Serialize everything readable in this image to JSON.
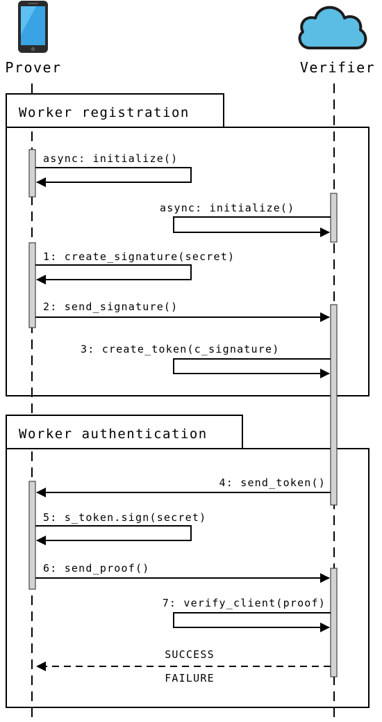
{
  "actors": {
    "prover": {
      "label": "Prover",
      "icon": "smartphone-icon"
    },
    "verifier": {
      "label": "Verifier",
      "icon": "cloud-icon"
    }
  },
  "frames": {
    "registration": {
      "title": "Worker registration"
    },
    "authentication": {
      "title": "Worker authentication"
    }
  },
  "messages": [
    {
      "id": "prover-init",
      "label": "async: initialize()",
      "from": "prover",
      "to": "prover",
      "style": "self"
    },
    {
      "id": "verifier-init",
      "label": "async: initialize()",
      "from": "verifier",
      "to": "verifier",
      "style": "self"
    },
    {
      "id": "create-signature",
      "label": "1: create_signature(secret)",
      "from": "prover",
      "to": "prover",
      "style": "self"
    },
    {
      "id": "send-signature",
      "label": "2: send_signature()",
      "from": "prover",
      "to": "verifier",
      "style": "solid"
    },
    {
      "id": "create-token",
      "label": "3: create_token(c_signature)",
      "from": "verifier",
      "to": "verifier",
      "style": "self"
    },
    {
      "id": "send-token",
      "label": "4: send_token()",
      "from": "verifier",
      "to": "prover",
      "style": "solid"
    },
    {
      "id": "sign-token",
      "label": "5: s_token.sign(secret)",
      "from": "prover",
      "to": "prover",
      "style": "self"
    },
    {
      "id": "send-proof",
      "label": "6: send_proof()",
      "from": "prover",
      "to": "verifier",
      "style": "solid"
    },
    {
      "id": "verify-client",
      "label": "7: verify_client(proof)",
      "from": "verifier",
      "to": "verifier",
      "style": "self"
    },
    {
      "id": "result",
      "label_top": "SUCCESS",
      "label_bottom": "FAILURE",
      "from": "verifier",
      "to": "prover",
      "style": "dashed"
    }
  ],
  "colors": {
    "activation_fill": "#d3d3d3",
    "cloud_fill": "#5bbde4",
    "cloud_stroke": "#1c1c1c",
    "phone_body": "#2b2b2b",
    "phone_screen": "#3aa3e3"
  }
}
